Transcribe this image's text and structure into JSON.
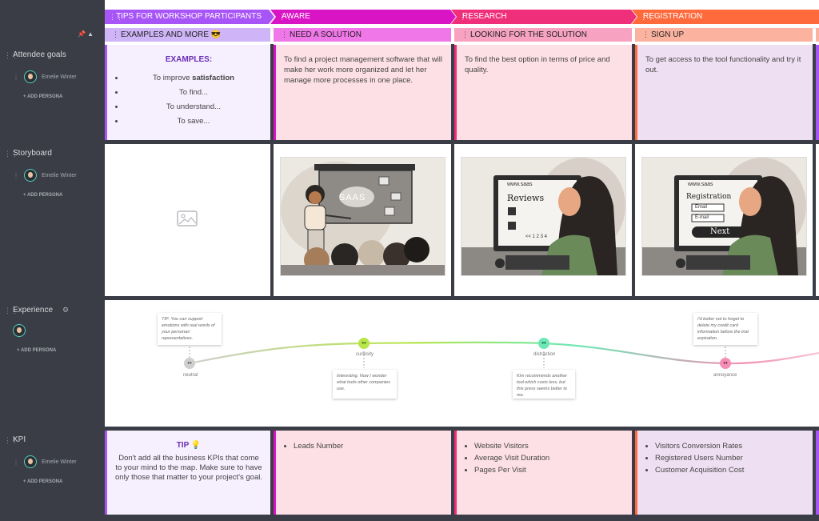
{
  "stages": [
    {
      "label": "TIPS FOR WORKSHOP PARTICIPANTS",
      "color": "#a855f7"
    },
    {
      "label": "AWARE",
      "color": "#d914c5"
    },
    {
      "label": "RESEARCH",
      "color": "#ef2f7a"
    },
    {
      "label": "REGISTRATION",
      "color": "#ff6a3d"
    }
  ],
  "substages": [
    {
      "label": "EXAMPLES AND MORE 😎",
      "color": "#cfb5f7"
    },
    {
      "label": "NEED A SOLUTION",
      "color": "#f077e8"
    },
    {
      "label": "LOOKING FOR THE SOLUTION",
      "color": "#f7a2c0"
    },
    {
      "label": "SIGN UP",
      "color": "#fbb39f"
    }
  ],
  "lanes": {
    "goals": {
      "label": "Attendee goals",
      "persona": "Emelie Winter",
      "add": "ADD PERSONA"
    },
    "storyboard": {
      "label": "Storyboard",
      "persona": "Emelie Winter",
      "add": "ADD PERSONA"
    },
    "experience": {
      "label": "Experience",
      "add": "ADD PERSONA"
    },
    "kpi": {
      "label": "KPI",
      "persona": "Emelie Winter",
      "add": "ADD PERSONA"
    }
  },
  "goals": {
    "examples_title": "EXAMPLES:",
    "examples": [
      "To improve",
      "To find...",
      "To understand...",
      "To save..."
    ],
    "examples_bold": "satisfaction",
    "aware": "To find a project management software that will make her work more organized and let her manage more processes in one place.",
    "research": "To find the best option in terms of price and quality.",
    "registration": "To get access to the tool functionality and try it out."
  },
  "storyboard": {
    "slide_text": "SAAS",
    "reviews_url": "www.saas",
    "reviews_title": "Reviews",
    "reviews_pager": "<< 1 2 3 4",
    "registration_url": "www.saas",
    "registration_title": "Registration",
    "field_email": "Email",
    "field_second": "E-mail",
    "next": "Next"
  },
  "experience": {
    "points": [
      {
        "label": "neutral",
        "color": "#cfcfcf",
        "face": "••"
      },
      {
        "label": "curiosity",
        "color": "#b7e64a",
        "face": "••"
      },
      {
        "label": "distraction",
        "color": "#6ee7b7",
        "face": "••"
      },
      {
        "label": "annoyance",
        "color": "#f38fb5",
        "face": "••"
      }
    ],
    "notes": [
      "TIP: You can support emotions with real words of your personas' representatives.",
      "Interesting. Now I wonder what tools other companies use.",
      "Kim recommends another tool which costs less, but this press seems better to me.",
      "I'd better not to forget to delete my credit card information before the trial expiration."
    ]
  },
  "kpi": {
    "tip_title": "TIP 💡",
    "tip_text": "Don't add all the business KPIs that come to your mind to the map. Make sure to have only those that matter to your project's goal.",
    "aware": [
      "Leads Number"
    ],
    "research": [
      "Website Visitors",
      "Average Visit Duration",
      "Pages Per Visit"
    ],
    "registration": [
      "Visitors Conversion Rates",
      "Registered Users Number",
      "Customer Acquisition Cost"
    ]
  },
  "colors": {
    "tip_bg": "#f5effe",
    "aware_bg": "#fde0e6",
    "research_bg": "#fde0e6",
    "registration_bg": "#efdff2"
  }
}
